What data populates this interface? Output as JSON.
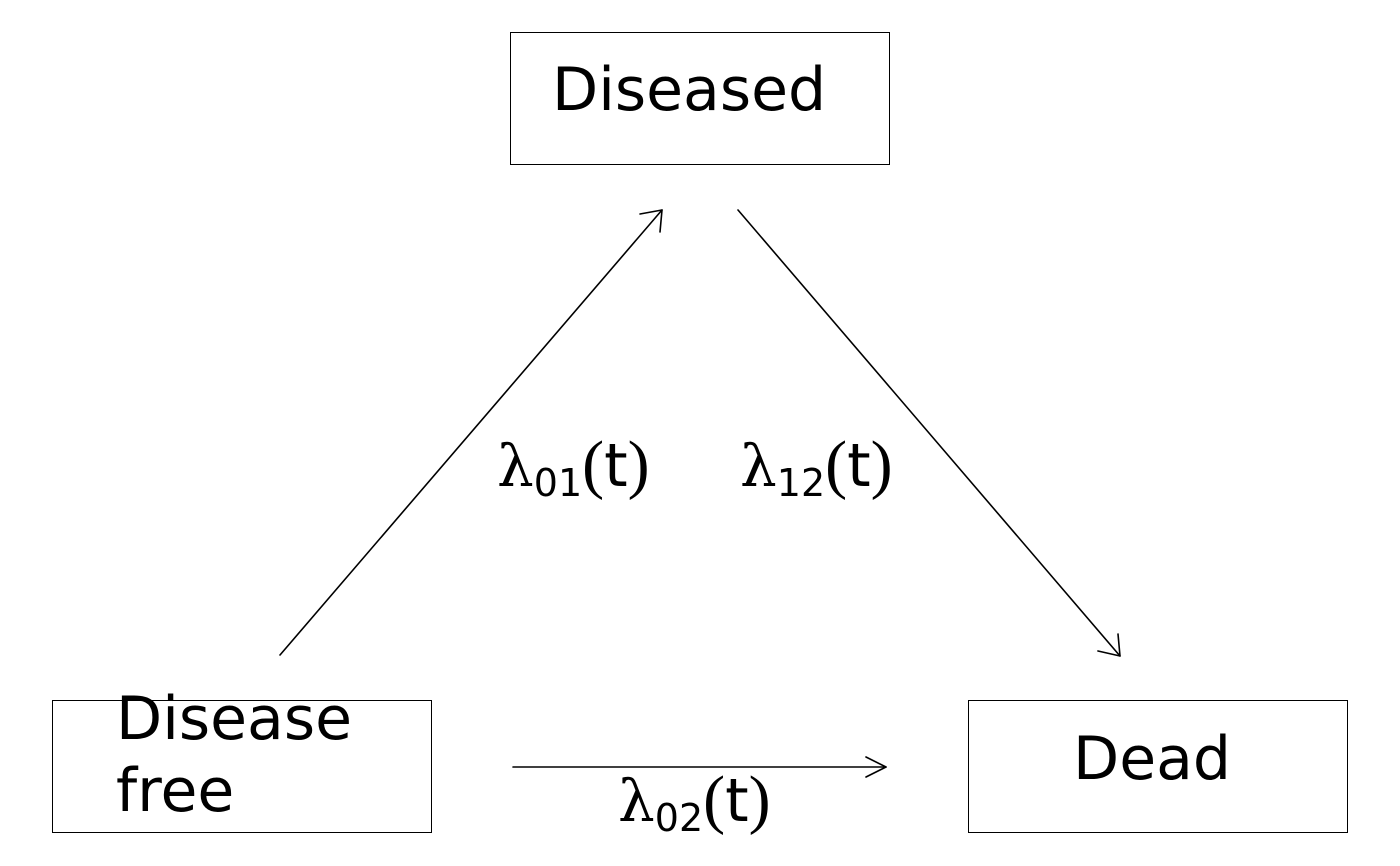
{
  "states": {
    "diseased": "Diseased",
    "disease_free_line1": "Disease",
    "disease_free_line2": "free",
    "dead": "Dead"
  },
  "transitions": {
    "t01": {
      "symbol": "λ",
      "subscript": "01",
      "open": "(",
      "var": "t",
      "close": ")"
    },
    "t12": {
      "symbol": "λ",
      "subscript": "12",
      "open": "(",
      "var": "t",
      "close": ")"
    },
    "t02": {
      "symbol": "λ",
      "subscript": "02",
      "open": "(",
      "var": "t",
      "close": ")"
    }
  }
}
